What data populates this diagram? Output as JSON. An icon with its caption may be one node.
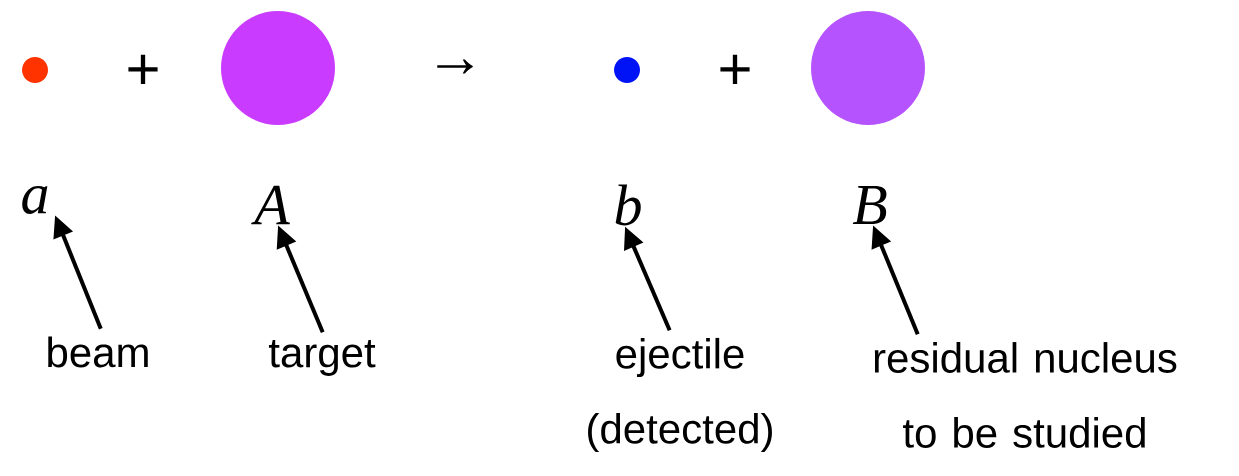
{
  "diagram": {
    "nodes": [
      {
        "text": [],
        "shape": "circle"
      },
      {
        "text": [],
        "shape": "circle"
      },
      {
        "text": [],
        "shape": "circle"
      },
      {
        "text": [],
        "shape": "circle"
      },
      {
        "text": [
          "a"
        ]
      },
      {
        "text": [
          "A"
        ]
      },
      {
        "text": [
          "b"
        ]
      },
      {
        "text": [
          "B"
        ]
      },
      {
        "text": [
          "beam"
        ]
      },
      {
        "text": [
          "target"
        ]
      },
      {
        "text": [
          "ejectile (detected)"
        ]
      },
      {
        "text": [
          "residual nucleus to be studied"
        ]
      }
    ],
    "edges": [
      {
        "from": 8,
        "to": 4,
        "arrow": "to"
      },
      {
        "from": 9,
        "to": 5,
        "arrow": "to"
      },
      {
        "from": 10,
        "to": 6,
        "arrow": "to"
      },
      {
        "from": 11,
        "to": 7,
        "arrow": "to"
      }
    ],
    "labels": [
      "+",
      "→",
      "+"
    ]
  }
}
